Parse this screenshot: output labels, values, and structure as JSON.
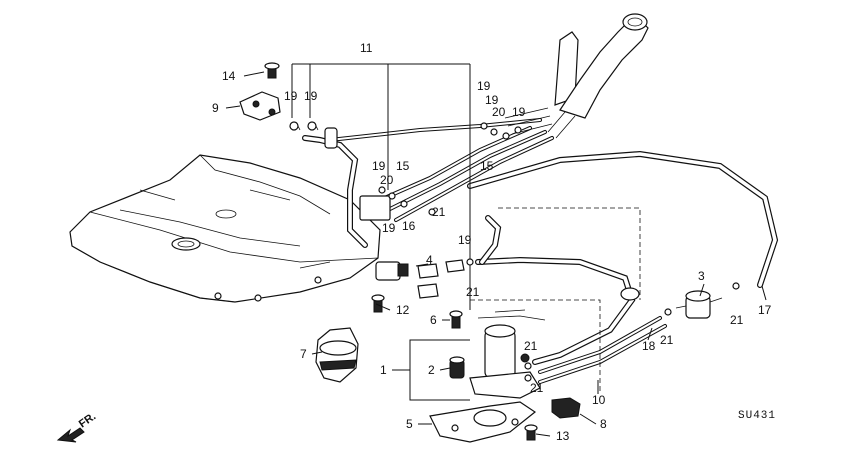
{
  "labels": {
    "n1": "1",
    "n2": "2",
    "n3": "3",
    "n4": "4",
    "n5": "5",
    "n6": "6",
    "n7": "7",
    "n8": "8",
    "n9": "9",
    "n10": "10",
    "n11": "11",
    "n12": "12",
    "n13": "13",
    "n14": "14",
    "n15": "15",
    "n16": "16",
    "n17": "17",
    "n18": "18",
    "n19": "19",
    "n20": "20",
    "n21": "21"
  },
  "diagram_code": "SU431",
  "front_marker": "FR."
}
